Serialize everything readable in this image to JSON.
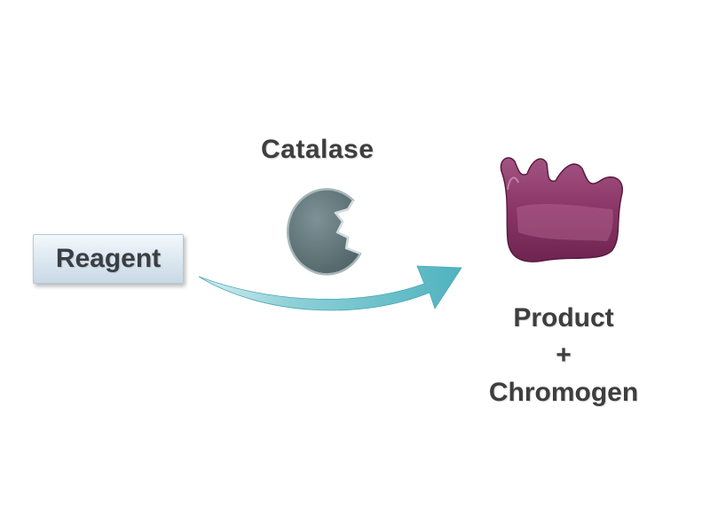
{
  "labels": {
    "enzyme": "Catalase",
    "reagent": "Reagent",
    "product": "Product",
    "plus": "+",
    "chromogen": "Chromogen"
  },
  "colors": {
    "arrow": "#5bbcc6",
    "enzyme": "#5f7478",
    "enzyme_outline": "#9fb0b3",
    "product_shape": "#8a3566",
    "product_highlight": "#b56a94",
    "reagent_box": "#dfeaf2",
    "text": "#3e3e3e"
  },
  "icons": {
    "enzyme": "pacman-enzyme-icon",
    "product": "blob-molecule-icon",
    "arrow": "curved-arrow-icon"
  }
}
